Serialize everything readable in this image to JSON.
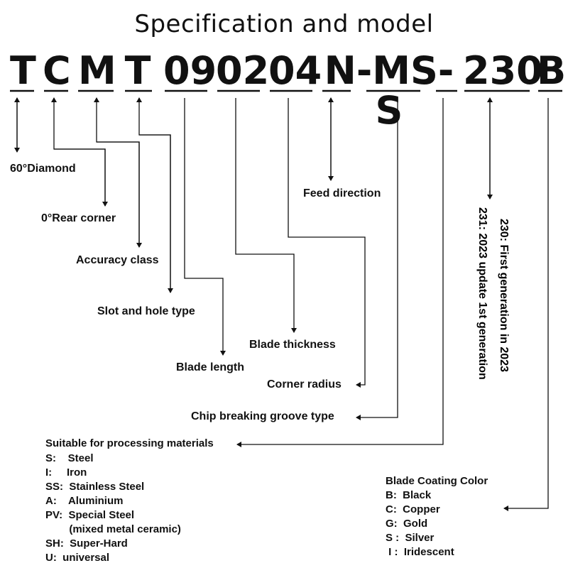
{
  "title": "Specification and model",
  "code": {
    "s1": "T",
    "s2": "C",
    "s3": "M",
    "s4": "T",
    "s5": "09",
    "s6": "02",
    "s7": "04",
    "s8": "N-MS-S",
    "s9": "230",
    "s10": "B"
  },
  "labels": {
    "diamond": "60°Diamond",
    "rear_corner": "0°Rear corner",
    "accuracy": "Accuracy class",
    "slot_hole": "Slot and hole type",
    "blade_length": "Blade length",
    "blade_thickness": "Blade thickness",
    "corner_radius": "Corner radius",
    "feed_direction": "Feed direction",
    "chip_groove": "Chip breaking groove type",
    "gen_230": "230: First generation in 2023",
    "gen_231": "231: 2023 update 1st generation"
  },
  "materials": {
    "heading": "Suitable for processing materials",
    "items": [
      "S:    Steel",
      "I:     Iron",
      "SS:  Stainless Steel",
      "A:    Aluminium",
      "PV:  Special Steel",
      "        (mixed metal ceramic)",
      "SH:  Super-Hard",
      "U:  universal"
    ]
  },
  "coating": {
    "heading": "Blade Coating Color",
    "items": [
      "B:  Black",
      "C:  Copper",
      "G:  Gold",
      "S :  Silver",
      " I :  Iridescent"
    ]
  }
}
